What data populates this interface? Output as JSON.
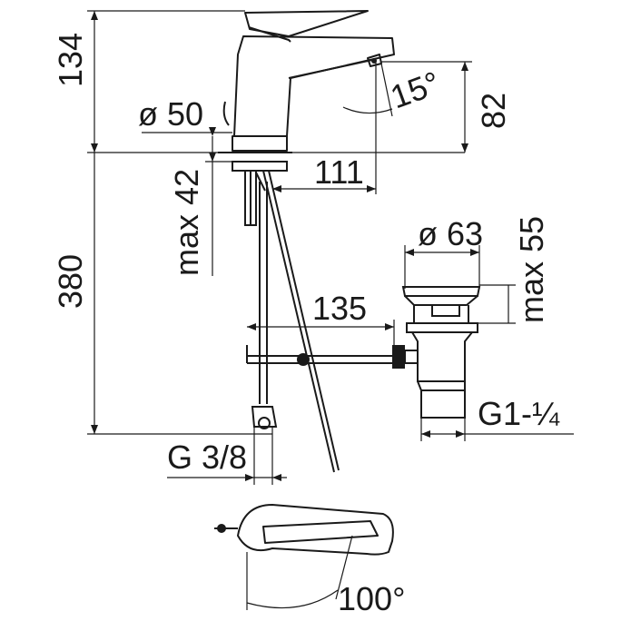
{
  "dimensions": {
    "height_top": "134",
    "diameter_base": "ø 50",
    "spout_height": "82",
    "spout_angle": "15°",
    "max_deck": "max 42",
    "spout_reach": "111",
    "height_total": "380",
    "waste_diameter": "ø 63",
    "waste_max": "max 55",
    "rod_length": "135",
    "supply_thread": "G 3/8",
    "waste_thread": "G1-¼",
    "lever_rotation": "100°"
  },
  "colors": {
    "line": "#1a1a1a",
    "paper": "#ffffff"
  }
}
